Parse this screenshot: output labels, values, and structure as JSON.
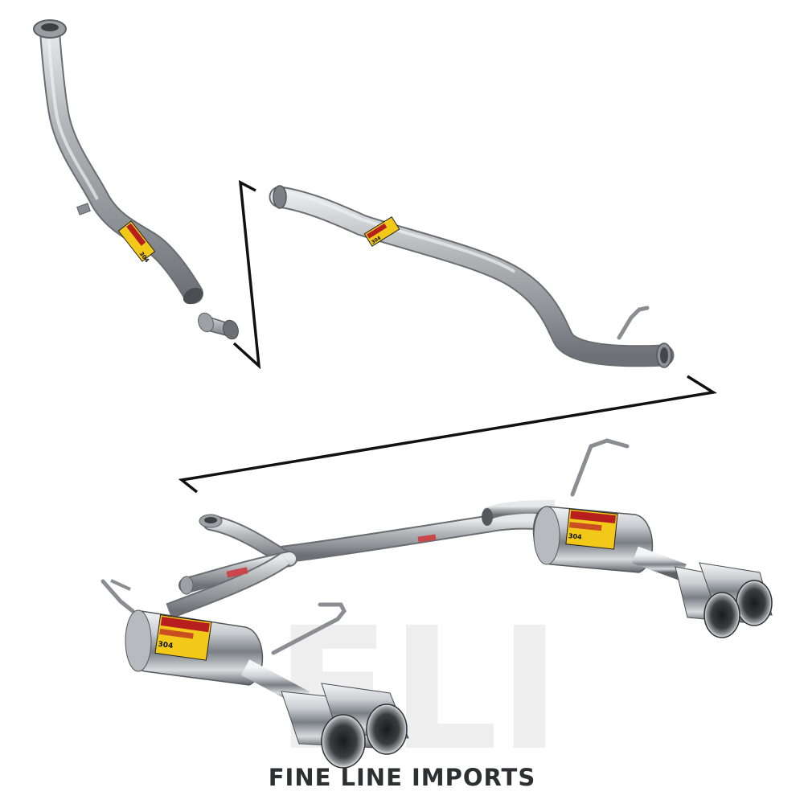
{
  "brand": {
    "name": "FINE LINE IMPORTS",
    "watermark": "FLI"
  },
  "product_labels": {
    "grade": "304"
  },
  "colors": {
    "background": "#ffffff",
    "steel": "#a9adb0",
    "chrome": "#c8ccd0",
    "label_red": "#b71f1f",
    "label_yellow": "#f2c919",
    "connector_line": "#111111",
    "brand_text": "#2e2f31"
  }
}
